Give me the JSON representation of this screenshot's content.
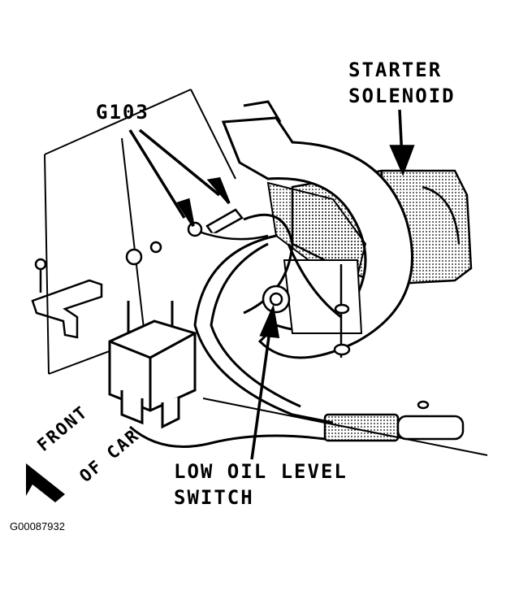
{
  "labels": {
    "starter_solenoid": [
      "STARTER",
      "SOLENOID"
    ],
    "g103": "G103",
    "low_oil": [
      "LOW OIL LEVEL",
      "SWITCH"
    ],
    "front": [
      "FRONT",
      "OF CAR"
    ]
  },
  "caption": "G00087932",
  "colors": {
    "ink": "#000000",
    "paper": "#ffffff",
    "stipple": "#9a9a9a"
  }
}
